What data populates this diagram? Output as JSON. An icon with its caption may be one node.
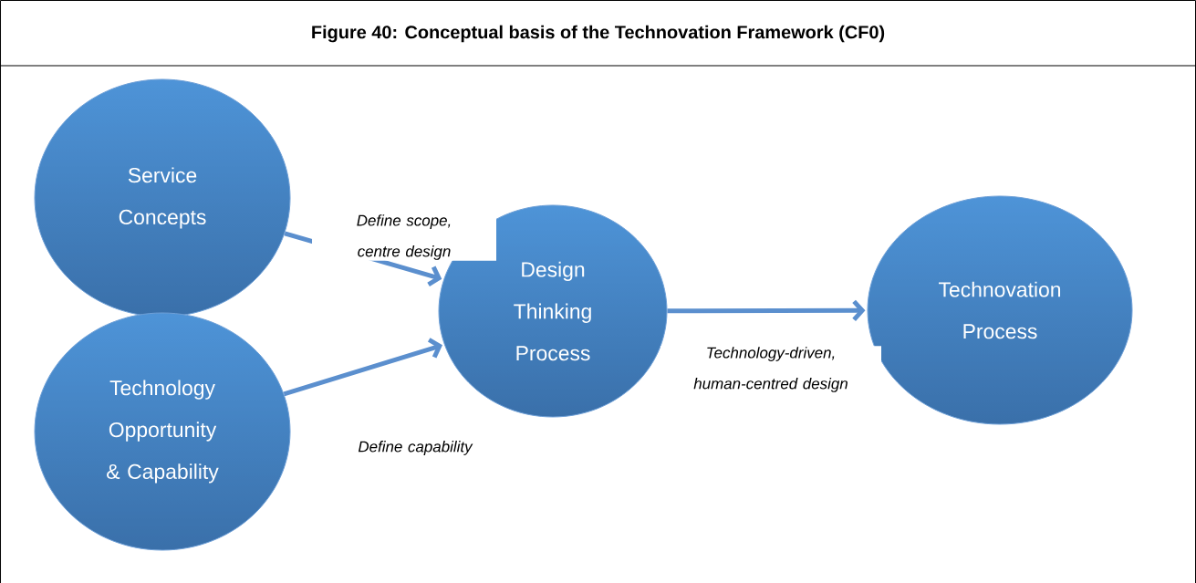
{
  "diagram": {
    "title": "Figure 40: Conceptual basis of the Technovation Framework (CF0)",
    "nodes": [
      {
        "text": [
          "Service Concepts"
        ]
      },
      {
        "text": [
          "Technology Opportunity & Capability"
        ]
      },
      {
        "text": [
          "Design Thinking Process"
        ]
      },
      {
        "text": [
          "Technovation Process"
        ]
      }
    ],
    "edges": [
      {
        "from": 0,
        "to": 2,
        "arrow": "to",
        "label": "Define scope, centre design"
      },
      {
        "from": 1,
        "to": 2,
        "arrow": "to",
        "label": "Define capability"
      },
      {
        "from": 2,
        "to": 3,
        "arrow": "to",
        "label": "Technology-driven, human-centred design"
      }
    ]
  }
}
